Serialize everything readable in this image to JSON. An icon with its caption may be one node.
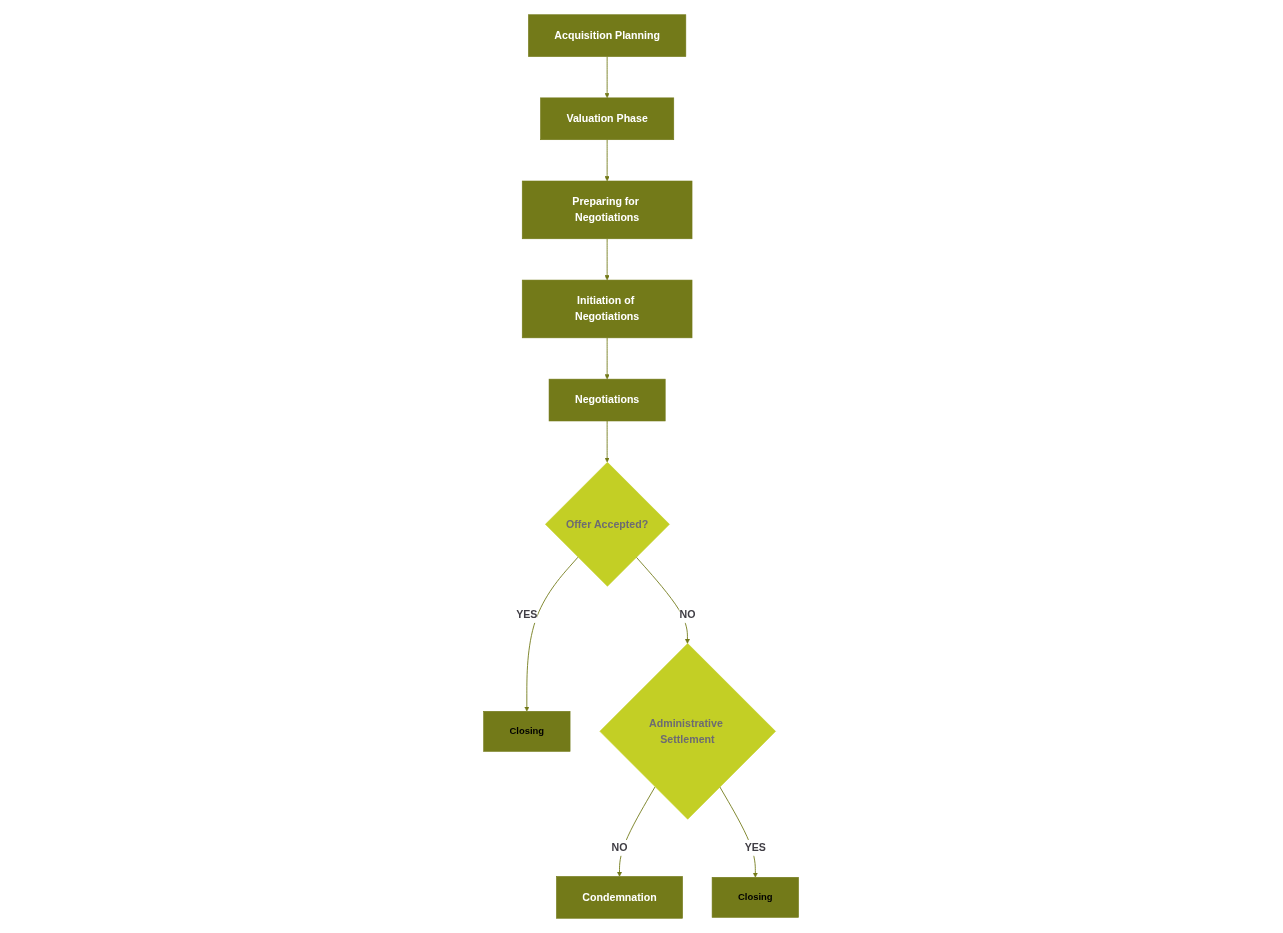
{
  "diagram": {
    "nodes": [
      {
        "text": [
          "Acquisition Planning"
        ]
      },
      {
        "text": [
          "Valuation Phase"
        ]
      },
      {
        "text": [
          "Preparing for Negotiations"
        ]
      },
      {
        "text": [
          "Initiation of Negotiations"
        ]
      },
      {
        "text": [
          "Negotiations"
        ]
      },
      {
        "text": [
          "Offer Accepted?"
        ]
      },
      {
        "text": [
          "Closing"
        ]
      },
      {
        "text": [
          "Administrative Settlement"
        ]
      },
      {
        "text": [
          "Condemnation"
        ]
      },
      {
        "text": [
          "Closing"
        ]
      }
    ],
    "edges": [
      {
        "from": 0,
        "to": 1,
        "arrow": "to"
      },
      {
        "from": 1,
        "to": 2,
        "arrow": "to"
      },
      {
        "from": 2,
        "to": 3,
        "arrow": "to"
      },
      {
        "from": 3,
        "to": 4,
        "arrow": "to"
      },
      {
        "from": 4,
        "to": 5,
        "arrow": "to"
      },
      {
        "from": 5,
        "to": 6,
        "label": "YES",
        "arrow": "to"
      },
      {
        "from": 5,
        "to": 7,
        "label": "NO",
        "arrow": "to"
      },
      {
        "from": 7,
        "to": 8,
        "label": "NO",
        "arrow": "to"
      },
      {
        "from": 7,
        "to": 9,
        "label": "YES",
        "arrow": "to"
      }
    ]
  }
}
